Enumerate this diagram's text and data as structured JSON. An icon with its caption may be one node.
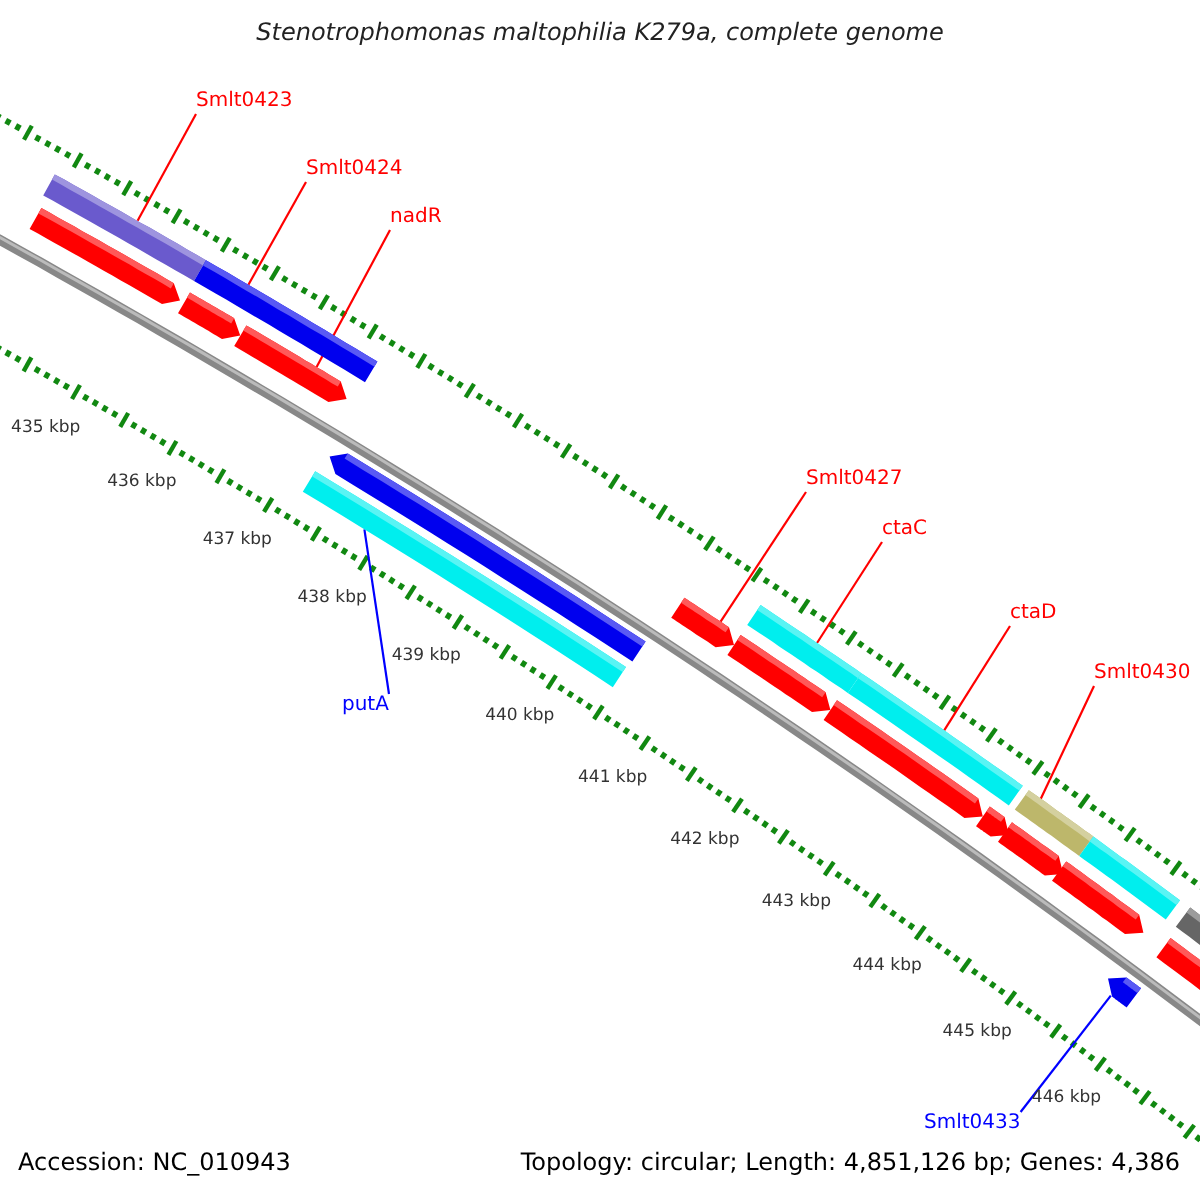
{
  "diagram": {
    "title": "Stenotrophomonas maltophilia K279a, complete genome",
    "nodes": [
      {
        "text": [
          "Smlt0423"
        ]
      },
      {
        "text": [
          "Smlt0424"
        ]
      },
      {
        "text": [
          "nadR"
        ]
      },
      {
        "text": [
          "Smlt0427"
        ]
      },
      {
        "text": [
          "ctaC"
        ]
      },
      {
        "text": [
          "ctaD"
        ]
      },
      {
        "text": [
          "Smlt0430"
        ]
      },
      {
        "text": [
          "putA"
        ]
      },
      {
        "text": [
          "Smlt0433"
        ]
      },
      {
        "text": [],
        "shape": "bar"
      },
      {
        "text": [],
        "shape": "bar"
      },
      {
        "text": [],
        "shape": "bar"
      },
      {
        "text": [],
        "shape": "bar"
      },
      {
        "text": [],
        "shape": "bar"
      },
      {
        "text": [],
        "shape": "bar"
      },
      {
        "text": [],
        "shape": "bar"
      },
      {
        "text": [],
        "shape": "bar"
      },
      {
        "text": [],
        "shape": "bar"
      },
      {
        "text": [],
        "shape": "bar"
      },
      {
        "text": [],
        "shape": "bar"
      },
      {
        "text": [],
        "shape": "bar"
      },
      {
        "text": [],
        "shape": "bar"
      },
      {
        "text": [],
        "shape": "bar"
      },
      {
        "text": [],
        "shape": "bar"
      },
      {
        "text": [],
        "shape": "bar"
      },
      {
        "text": [],
        "shape": "bar"
      },
      {
        "text": [],
        "shape": "bar"
      },
      {
        "text": [],
        "shape": "bar"
      },
      {
        "text": [],
        "shape": "bar"
      }
    ],
    "edges": [
      {
        "from": 0,
        "to": 10,
        "arrow": "none"
      },
      {
        "from": 1,
        "to": 12,
        "arrow": "none"
      },
      {
        "from": 2,
        "to": 13,
        "arrow": "none"
      },
      {
        "from": 3,
        "to": 16,
        "arrow": "none"
      },
      {
        "from": 4,
        "to": 18,
        "arrow": "none"
      },
      {
        "from": 5,
        "to": 20,
        "arrow": "none"
      },
      {
        "from": 6,
        "to": 23,
        "arrow": "none"
      },
      {
        "from": 7,
        "to": 14,
        "arrow": "none",
        "color": "#0000ff"
      },
      {
        "from": 8,
        "to": 26,
        "arrow": "none",
        "color": "#0000ff"
      }
    ],
    "labels": [
      "435 kbp",
      "436 kbp",
      "437 kbp",
      "438 kbp",
      "439 kbp",
      "440 kbp",
      "441 kbp",
      "442 kbp",
      "443 kbp",
      "444 kbp",
      "445 kbp",
      "446 kbp",
      "Accession: NC_010943",
      "Topology: circular; Length: 4,851,126 bp; Genes: 4,386"
    ]
  }
}
